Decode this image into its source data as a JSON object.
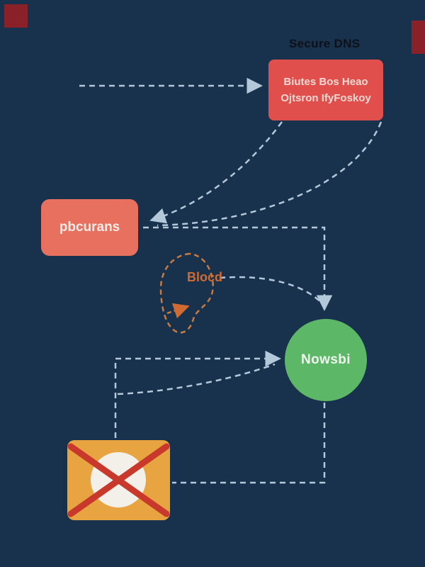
{
  "title": "Secure DNS",
  "nodes": {
    "dns_box": {
      "line1": "Biutes Bos Heao",
      "line2": "Ojtsron IfyFoskoy",
      "color": "#e14f4c"
    },
    "client": {
      "label": "pbcurans",
      "color": "#e7705e"
    },
    "block": {
      "label": "Blocd",
      "color": "#cf6a33"
    },
    "allow": {
      "label": "Nowsbi",
      "color": "#5cb766"
    },
    "blocked_site": {
      "color": "#e7a440",
      "x_color": "#c8392c",
      "icon": "blocked-x-icon"
    }
  },
  "connector_color": "#b3c8d8",
  "background": "#18324e",
  "accent_corner_color": "#8a2028"
}
